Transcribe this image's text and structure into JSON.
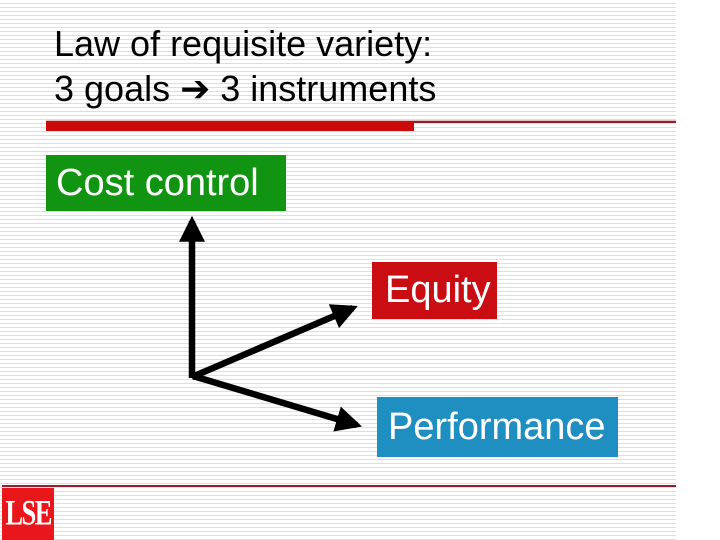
{
  "title": {
    "line1": "Law of requisite variety:",
    "line2": "3 goals ➔ 3 instruments"
  },
  "diagram": {
    "nodes": [
      {
        "id": "cost-control",
        "label": "Cost control",
        "bg": "#119411"
      },
      {
        "id": "equity",
        "label": "Equity",
        "bg": "#C90D12"
      },
      {
        "id": "performance",
        "label": "Performance",
        "bg": "#1F8EC0"
      }
    ],
    "arrow_color": "#000000"
  },
  "footer": {
    "logo_text": "LSE",
    "logo_bg": "#E9161B"
  },
  "decor": {
    "title_bar_color": "#CB0B0B",
    "thin_rule_color": "#8B2430",
    "bottom_rule_color": "#8B2230",
    "stripe_color": "#DEDEDE"
  }
}
